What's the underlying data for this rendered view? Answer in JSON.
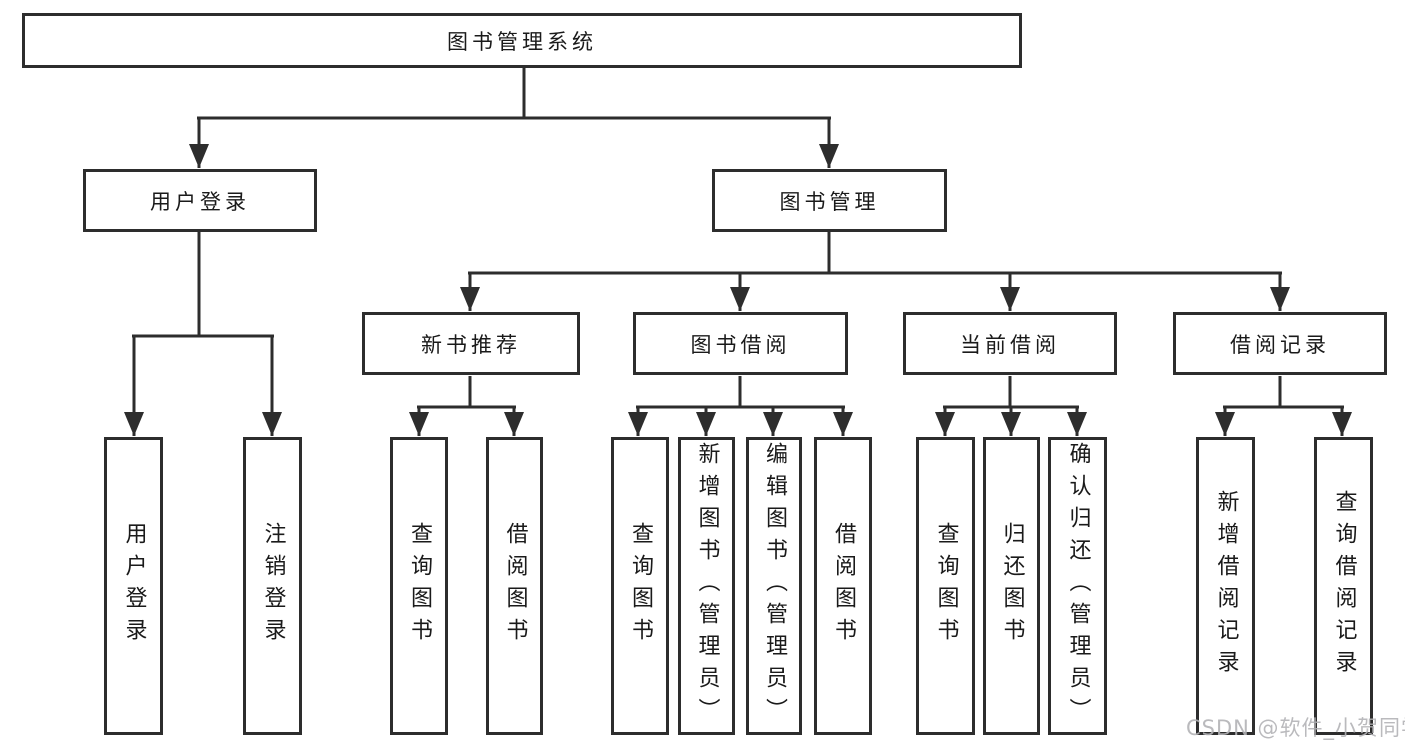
{
  "diagram": {
    "root": {
      "label": "图书管理系统"
    },
    "branches": [
      {
        "label": "用户登录",
        "children": [
          {
            "label": "用户登录"
          },
          {
            "label": "注销登录"
          }
        ]
      },
      {
        "label": "图书管理",
        "children": [
          {
            "label": "新书推荐",
            "children": [
              {
                "label": "查询图书"
              },
              {
                "label": "借阅图书"
              }
            ]
          },
          {
            "label": "图书借阅",
            "children": [
              {
                "label": "查询图书"
              },
              {
                "label": "新增图书（管理员）"
              },
              {
                "label": "编辑图书（管理员）"
              },
              {
                "label": "借阅图书"
              }
            ]
          },
          {
            "label": "当前借阅",
            "children": [
              {
                "label": "查询图书"
              },
              {
                "label": "归还图书"
              },
              {
                "label": "确认归还（管理员）"
              }
            ]
          },
          {
            "label": "借阅记录",
            "children": [
              {
                "label": "新增借阅记录"
              },
              {
                "label": "查询借阅记录"
              }
            ]
          }
        ]
      }
    ]
  },
  "watermark": {
    "text": "CSDN @软件_小贺同学"
  },
  "colors": {
    "line": "#2d2d2d",
    "box_border": "#2d2d2d",
    "box_background": "#ffffff",
    "text": "#1a1a1a",
    "watermark": "#b3b3b6",
    "page_background": "#ffffff"
  }
}
